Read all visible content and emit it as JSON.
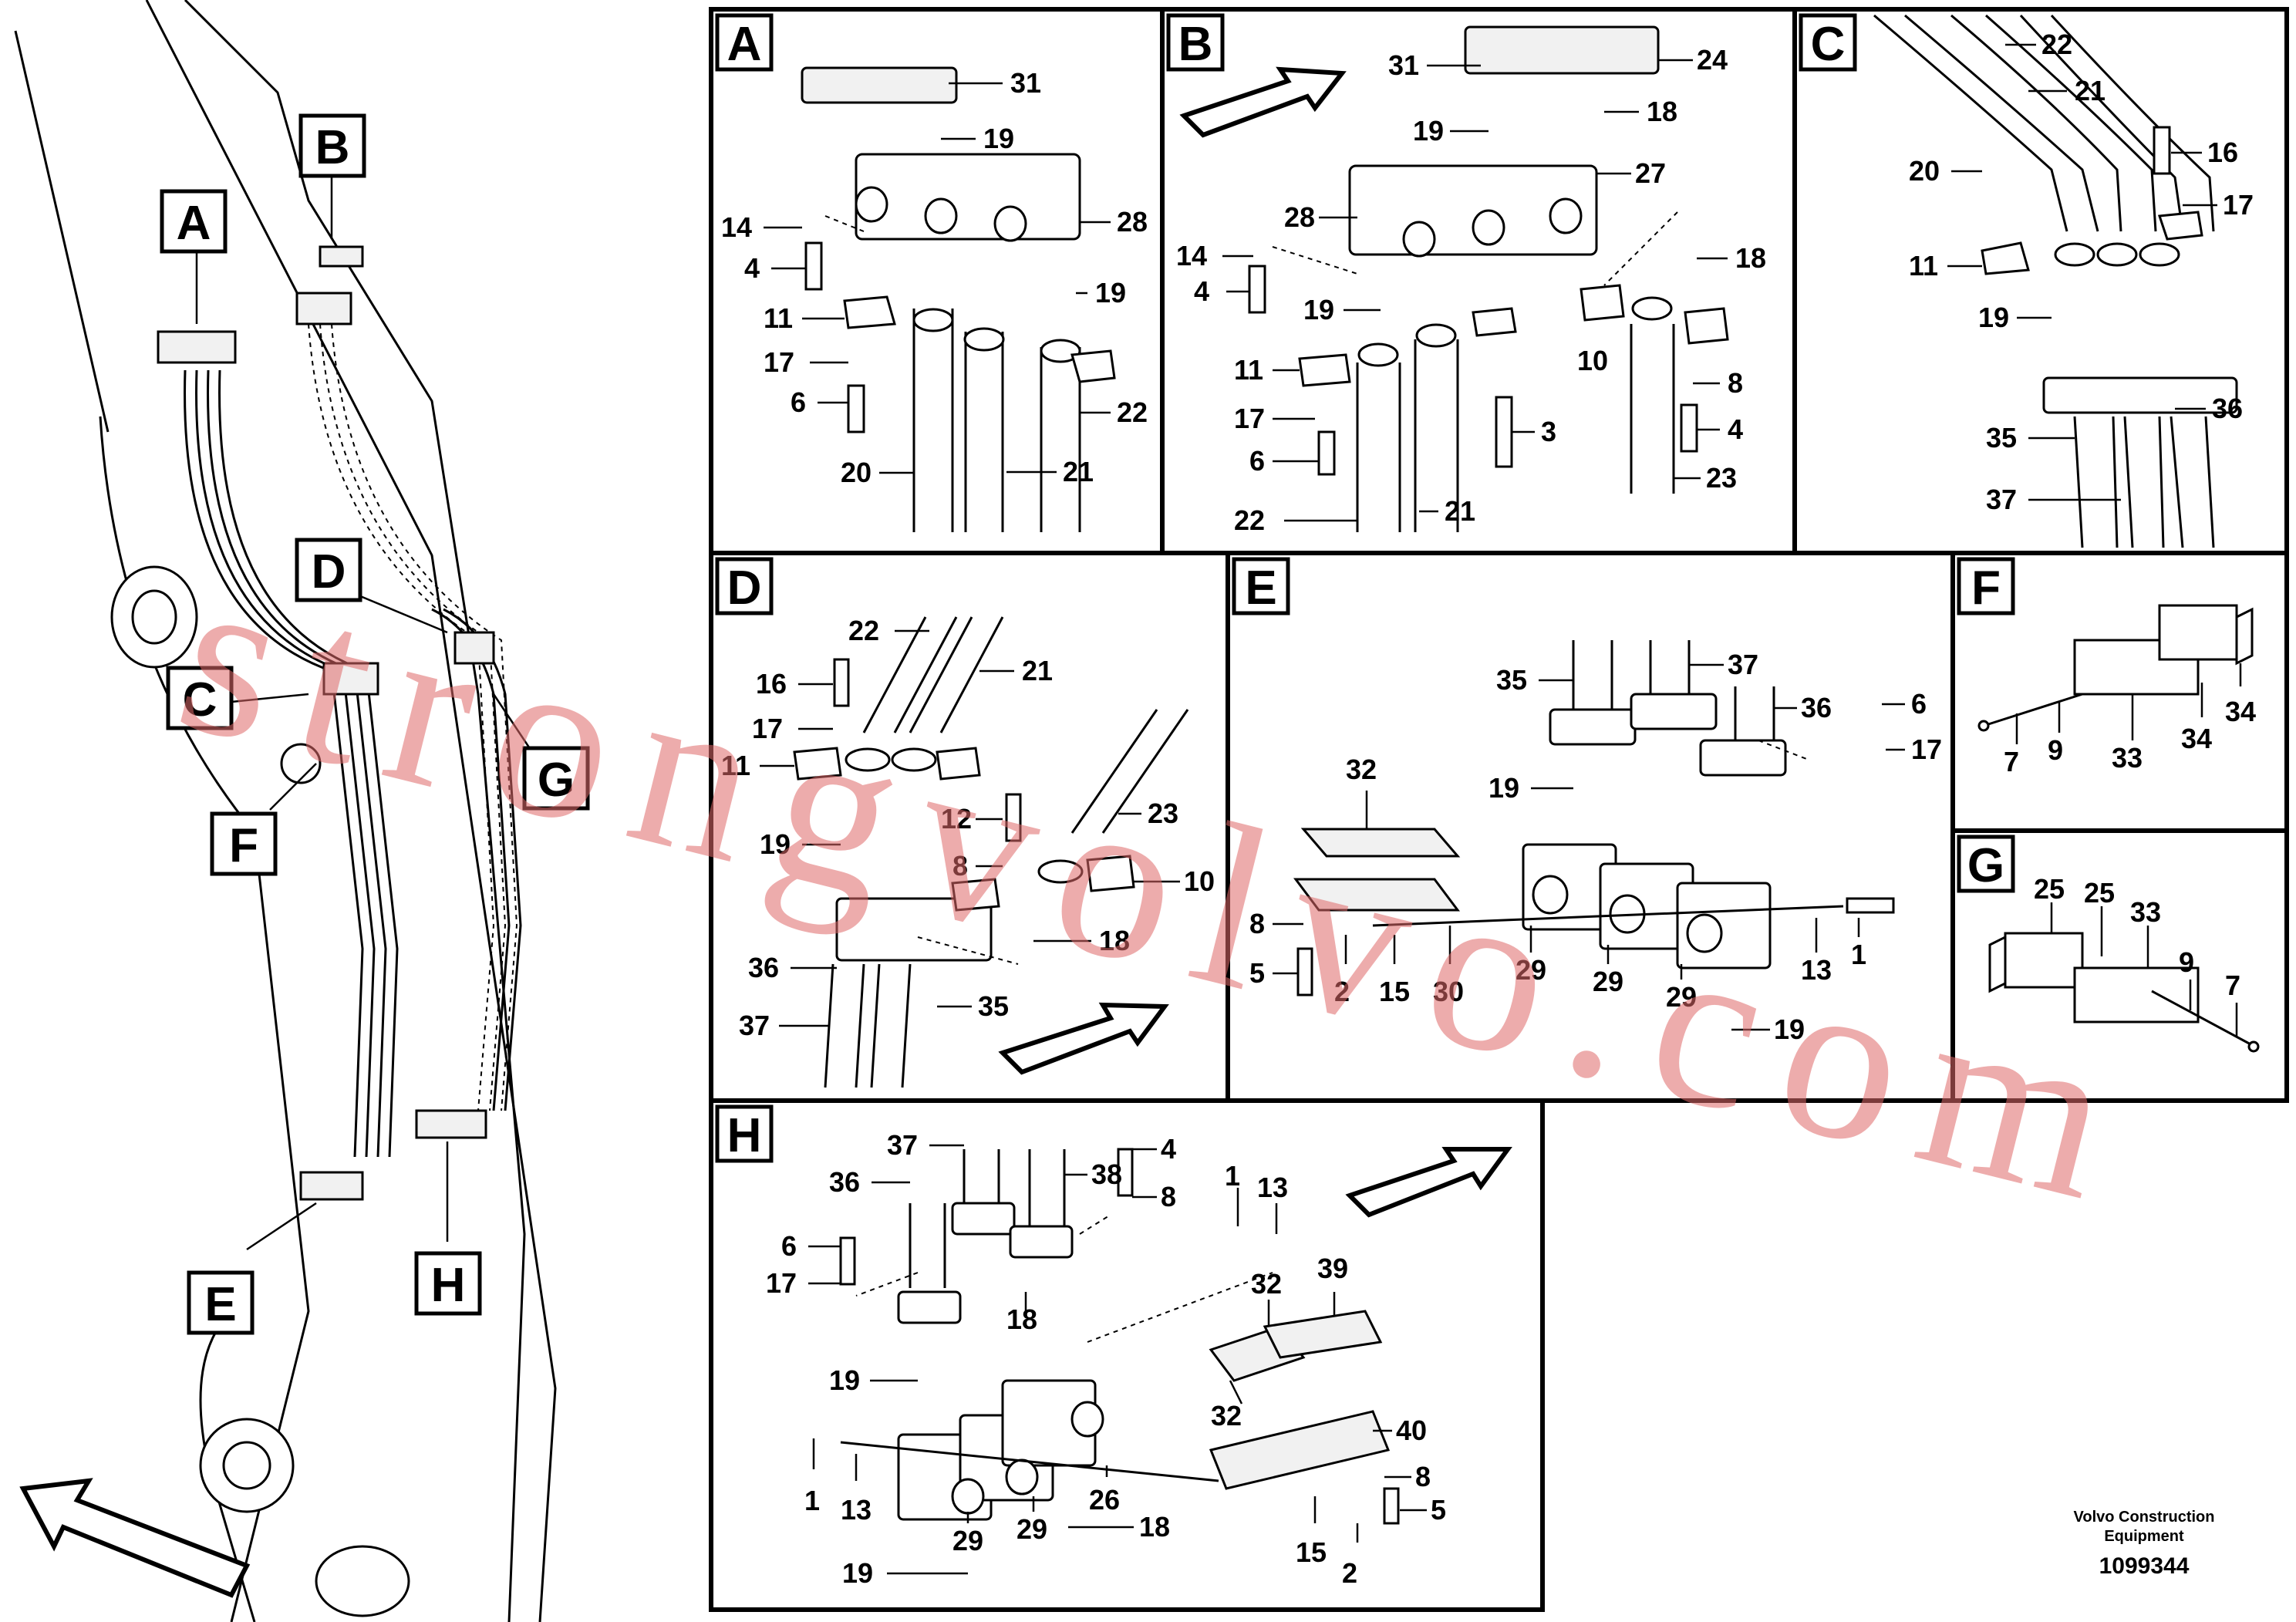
{
  "watermark": "strongvolvo.com",
  "overview_tags": [
    "A",
    "B",
    "C",
    "D",
    "E",
    "F",
    "G",
    "H"
  ],
  "panels": {
    "A": {
      "letter": "A",
      "labels": [
        "31",
        "19",
        "14",
        "4",
        "28",
        "11",
        "19",
        "17",
        "6",
        "22",
        "20",
        "21"
      ]
    },
    "B": {
      "letter": "B",
      "labels": [
        "31",
        "24",
        "19",
        "18",
        "27",
        "28",
        "14",
        "4",
        "19",
        "18",
        "11",
        "10",
        "17",
        "6",
        "8",
        "4",
        "3",
        "22",
        "21",
        "23"
      ]
    },
    "C": {
      "letter": "C",
      "labels": [
        "22",
        "21",
        "20",
        "16",
        "17",
        "11",
        "19",
        "36",
        "35",
        "37"
      ]
    },
    "D": {
      "letter": "D",
      "labels": [
        "22",
        "21",
        "16",
        "17",
        "11",
        "23",
        "12",
        "8",
        "19",
        "10",
        "18",
        "36",
        "35",
        "37"
      ]
    },
    "E": {
      "letter": "E",
      "labels": [
        "35",
        "37",
        "36",
        "6",
        "17",
        "32",
        "19",
        "8",
        "5",
        "2",
        "15",
        "30",
        "29",
        "29",
        "29",
        "13",
        "1",
        "19"
      ]
    },
    "F": {
      "letter": "F",
      "labels": [
        "7",
        "9",
        "33",
        "34",
        "34"
      ]
    },
    "G": {
      "letter": "G",
      "labels": [
        "25",
        "25",
        "33",
        "9",
        "7"
      ]
    },
    "H": {
      "letter": "H",
      "labels": [
        "37",
        "4",
        "36",
        "38",
        "8",
        "1",
        "13",
        "6",
        "17",
        "39",
        "18",
        "32",
        "19",
        "32",
        "40",
        "1",
        "13",
        "29",
        "29",
        "26",
        "18",
        "8",
        "15",
        "5",
        "2",
        "19"
      ]
    }
  },
  "footer": {
    "company_line1": "Volvo Construction",
    "company_line2": "Equipment",
    "doc_number": "1099344"
  }
}
